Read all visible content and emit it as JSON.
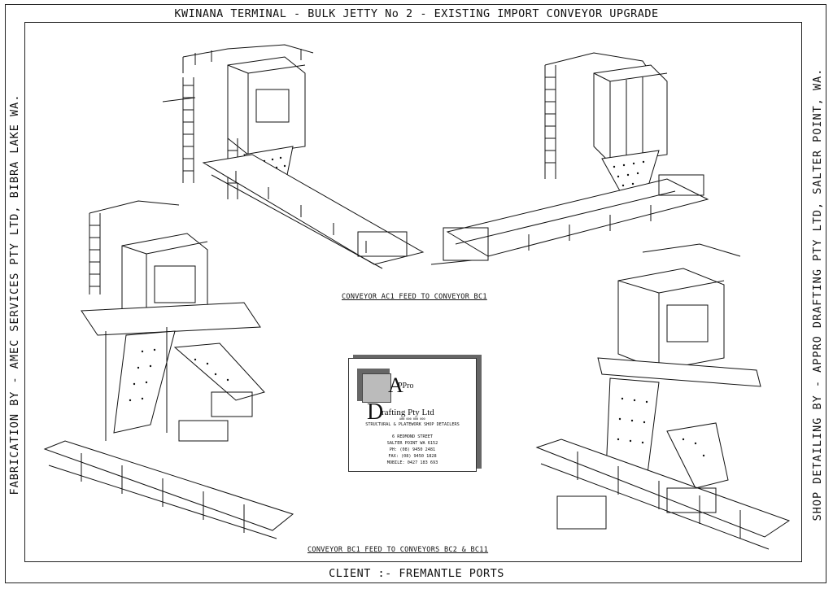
{
  "title_top": "KWINANA TERMINAL - BULK JETTY No 2  - EXISTING IMPORT CONVEYOR UPGRADE",
  "title_bottom": "CLIENT :- FREMANTLE PORTS",
  "side_left": "FABRICATION BY - AMEC SERVICES PTY LTD, BIBRA LAKE WA.",
  "side_right": "SHOP DETAILING BY - APPRO DRAFTING PTY LTD, SALTER POINT, WA.",
  "caption_1": "CONVEYOR AC1 FEED TO CONVEYOR BC1",
  "caption_2": "CONVEYOR BC1 FEED TO CONVEYORS BC2 & BC11",
  "logo": {
    "a": "A",
    "ppro": "PPro",
    "d": "D",
    "rafting": "rafting Pty Ltd",
    "abn": "ABN 000 000 000",
    "tagline": "STRUCTURAL & PLATEWORK SHOP DETAILERS",
    "address_1": "6 REDMOND STREET",
    "address_2": "SALTER POINT  WA  6152",
    "phone": "PH: (08) 9450 2481",
    "fax": "FAX: (08) 9450 1828",
    "mobile": "MOBILE: 0427 183 693"
  }
}
